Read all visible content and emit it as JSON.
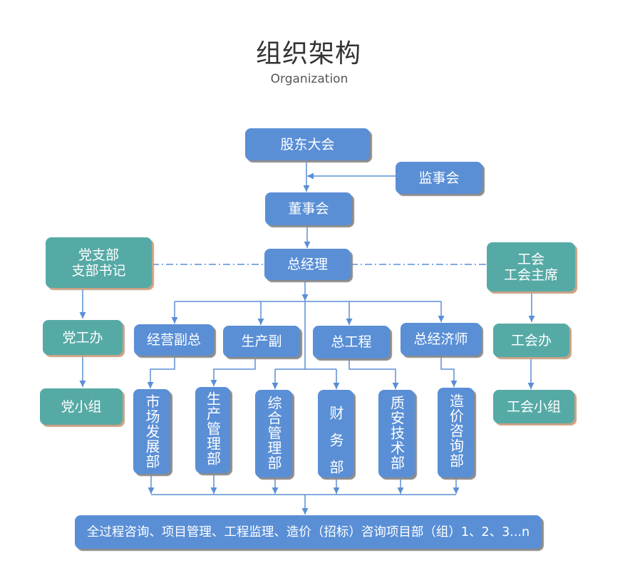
{
  "header": {
    "title": "组织架构",
    "subtitle": "Organization"
  },
  "colors": {
    "management_box": "#5a8fd6",
    "party_union_box": "#56aaa6",
    "connector": "#5a8fd6",
    "title_text": "#333333",
    "subtitle_text": "#555555"
  },
  "nodes": {
    "shareholders_meeting": "股东大会",
    "supervisory_board": "监事会",
    "board_of_directors": "董事会",
    "general_manager": "总经理",
    "party_branch": {
      "line1": "党支部",
      "line2": "支部书记"
    },
    "labor_union": {
      "line1": "工会",
      "line2": "工会主席"
    },
    "party_office": "党工办",
    "party_group": "党小组",
    "union_office": "工会办",
    "union_group": "工会小组",
    "deputies": [
      {
        "label": "经营副总"
      },
      {
        "label": "生产副"
      },
      {
        "label": "总工程"
      },
      {
        "label": "总经济师"
      }
    ],
    "departments": [
      {
        "label": "市场发展部"
      },
      {
        "label": "生产管理部"
      },
      {
        "label": "综合管理部"
      },
      {
        "label": "财务部"
      },
      {
        "label": "质安技术部"
      },
      {
        "label": "造价咨询部"
      }
    ],
    "project_departments": "全过程咨询、项目管理、工程监理、造价（招标）咨询项目部（组）1、2、3...n"
  }
}
